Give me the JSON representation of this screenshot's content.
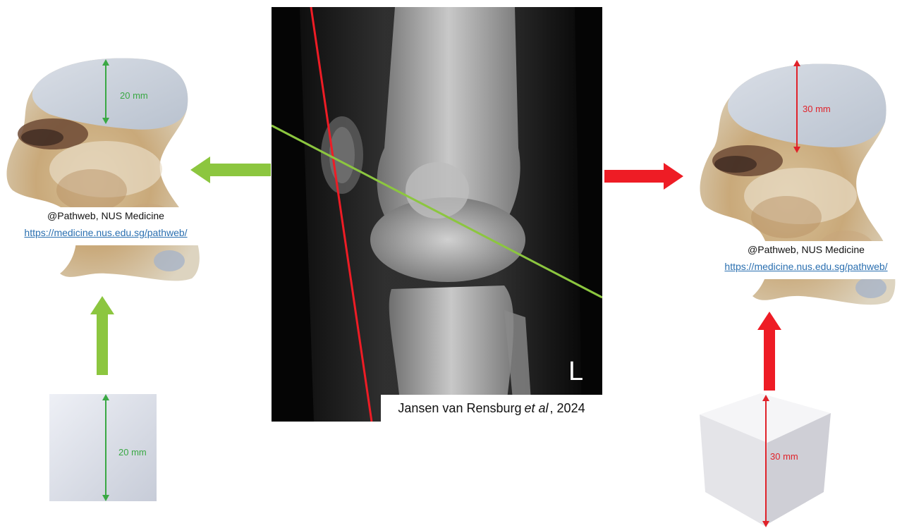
{
  "colors": {
    "green": "#8cc63f",
    "red": "#ee1c25",
    "dim_green": "#3aa844",
    "dim_red": "#e0222a"
  },
  "left_specimen": {
    "dimension_label": "20 mm",
    "credit_name": "@Pathweb, NUS Medicine",
    "credit_link": "https://medicine.nus.edu.sg/pathweb/"
  },
  "left_block": {
    "dimension_label": "20 mm"
  },
  "right_specimen": {
    "dimension_label": "30 mm",
    "credit_name": "@Pathweb, NUS Medicine",
    "credit_link": "https://medicine.nus.edu.sg/pathweb/"
  },
  "right_block": {
    "dimension_label": "30 mm"
  },
  "xray": {
    "side_marker": "L",
    "caption_pre": "Jansen van Rensburg",
    "caption_italic": "et al",
    "caption_post": ", 2024"
  },
  "arrows": [
    {
      "name": "green-arrow-left",
      "color": "green",
      "direction": "left"
    },
    {
      "name": "green-arrow-up",
      "color": "green",
      "direction": "up"
    },
    {
      "name": "red-arrow-right",
      "color": "red",
      "direction": "right"
    },
    {
      "name": "red-arrow-up",
      "color": "red",
      "direction": "up"
    }
  ],
  "icons": [
    "bone-specimen-icon",
    "tissue-block-icon",
    "knee-xray-image"
  ]
}
